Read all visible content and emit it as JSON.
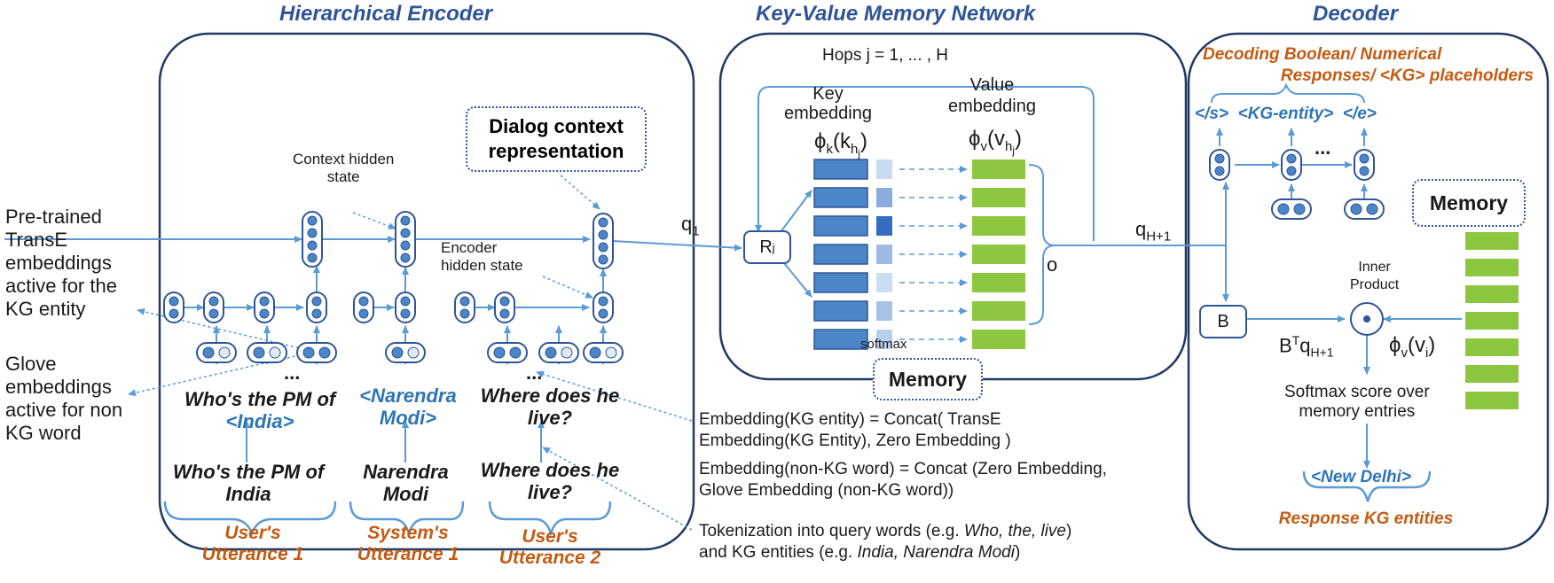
{
  "sections": {
    "encoder_title": "Hierarchical Encoder",
    "kvmn_title": "Key-Value Memory Network",
    "decoder_title": "Decoder"
  },
  "left_notes": {
    "transe": [
      "Pre-trained",
      "TransE",
      "embeddings",
      "active for the",
      "KG entity"
    ],
    "glove": [
      "Glove",
      "embeddings",
      "active for non",
      "KG word"
    ]
  },
  "encoder": {
    "context_hidden": [
      "Context hidden",
      "state"
    ],
    "dialog_context": [
      "Dialog context",
      "representation"
    ],
    "encoder_hidden": [
      "Encoder",
      "hidden state"
    ],
    "ellipsis": "...",
    "utterance1_tokens": [
      "Who's the PM of",
      "<India>"
    ],
    "system1_tokens": [
      "<Narendra",
      "Modi>"
    ],
    "utterance2_tokens": [
      "Where does he",
      "live?"
    ],
    "utterance1_raw": [
      "Who's the PM of",
      "India"
    ],
    "system1_raw": [
      "Narendra",
      "Modi"
    ],
    "utterance2_raw": [
      "Where does he",
      "live?"
    ],
    "label1": [
      "User's",
      "Utterance 1"
    ],
    "label2": [
      "System's",
      "Utterance 1"
    ],
    "label3": [
      "User's",
      "Utterance 2"
    ]
  },
  "kvmn": {
    "hops": "Hops j = 1, ... , H",
    "key_label": [
      "Key",
      "embedding"
    ],
    "value_label": [
      "Value",
      "embedding"
    ],
    "key_phi": "ϕ",
    "key_sub": "k",
    "key_arg": "(k",
    "key_arg_sub": "h",
    "key_arg_subsub": "j",
    "value_phi": "ϕ",
    "value_sub": "v",
    "value_arg": "(v",
    "value_arg_sub": "h",
    "value_arg_subsub": "j",
    "rj": "R",
    "rj_sub": "j",
    "q1": "q",
    "q1_sub": "1",
    "o": "o",
    "softmax": "softmax",
    "memory": "Memory"
  },
  "notes": {
    "emb_kg": [
      "Embedding(KG entity) = Concat( TransE",
      "Embedding(KG Entity), Zero Embedding )"
    ],
    "emb_nonkg": [
      "Embedding(non-KG word) = Concat (Zero Embedding,",
      "Glove Embedding (non-KG word))"
    ],
    "tokenization_line1_a": "Tokenization into query words (e.g. ",
    "tokenization_line1_b": "Who, the, live",
    "tokenization_line1_c": ")",
    "tokenization_line2_a": "and KG entities (e.g. ",
    "tokenization_line2_b": "India, Narendra Modi",
    "tokenization_line2_c": ")"
  },
  "decoder": {
    "top_label": [
      "Decoding Boolean/ Numerical",
      "Responses/ <KG> placeholders"
    ],
    "tokens": "</s>  <KG-entity>  </e>",
    "ellipsis": "...",
    "memory": "Memory",
    "qh": "q",
    "qh_sub": "H+1",
    "b": "B",
    "inner": [
      "Inner",
      "Product"
    ],
    "btq": "B",
    "btq_sup": "T",
    "btq_q": "q",
    "btq_sub": "H+1",
    "phi_vi": "ϕ",
    "phi_vi_sub": "v",
    "phi_vi_arg": "(v",
    "phi_vi_arg_sub": "i",
    "phi_vi_close": ")",
    "softmax_score": [
      "Softmax score over",
      "memory entries"
    ],
    "new_delhi": "<New Delhi>",
    "response": "Response KG entities"
  },
  "colors": {
    "accent": "#2f5597",
    "line": "#5b9bd5",
    "key_fill": "#4a86c8",
    "value_fill": "#8dc63f",
    "label_orange": "#c55a11",
    "kg_blue": "#2e75b6"
  },
  "softmax_weights": [
    0.12,
    0.45,
    0.9,
    0.35,
    0.1,
    0.3,
    0.2
  ]
}
